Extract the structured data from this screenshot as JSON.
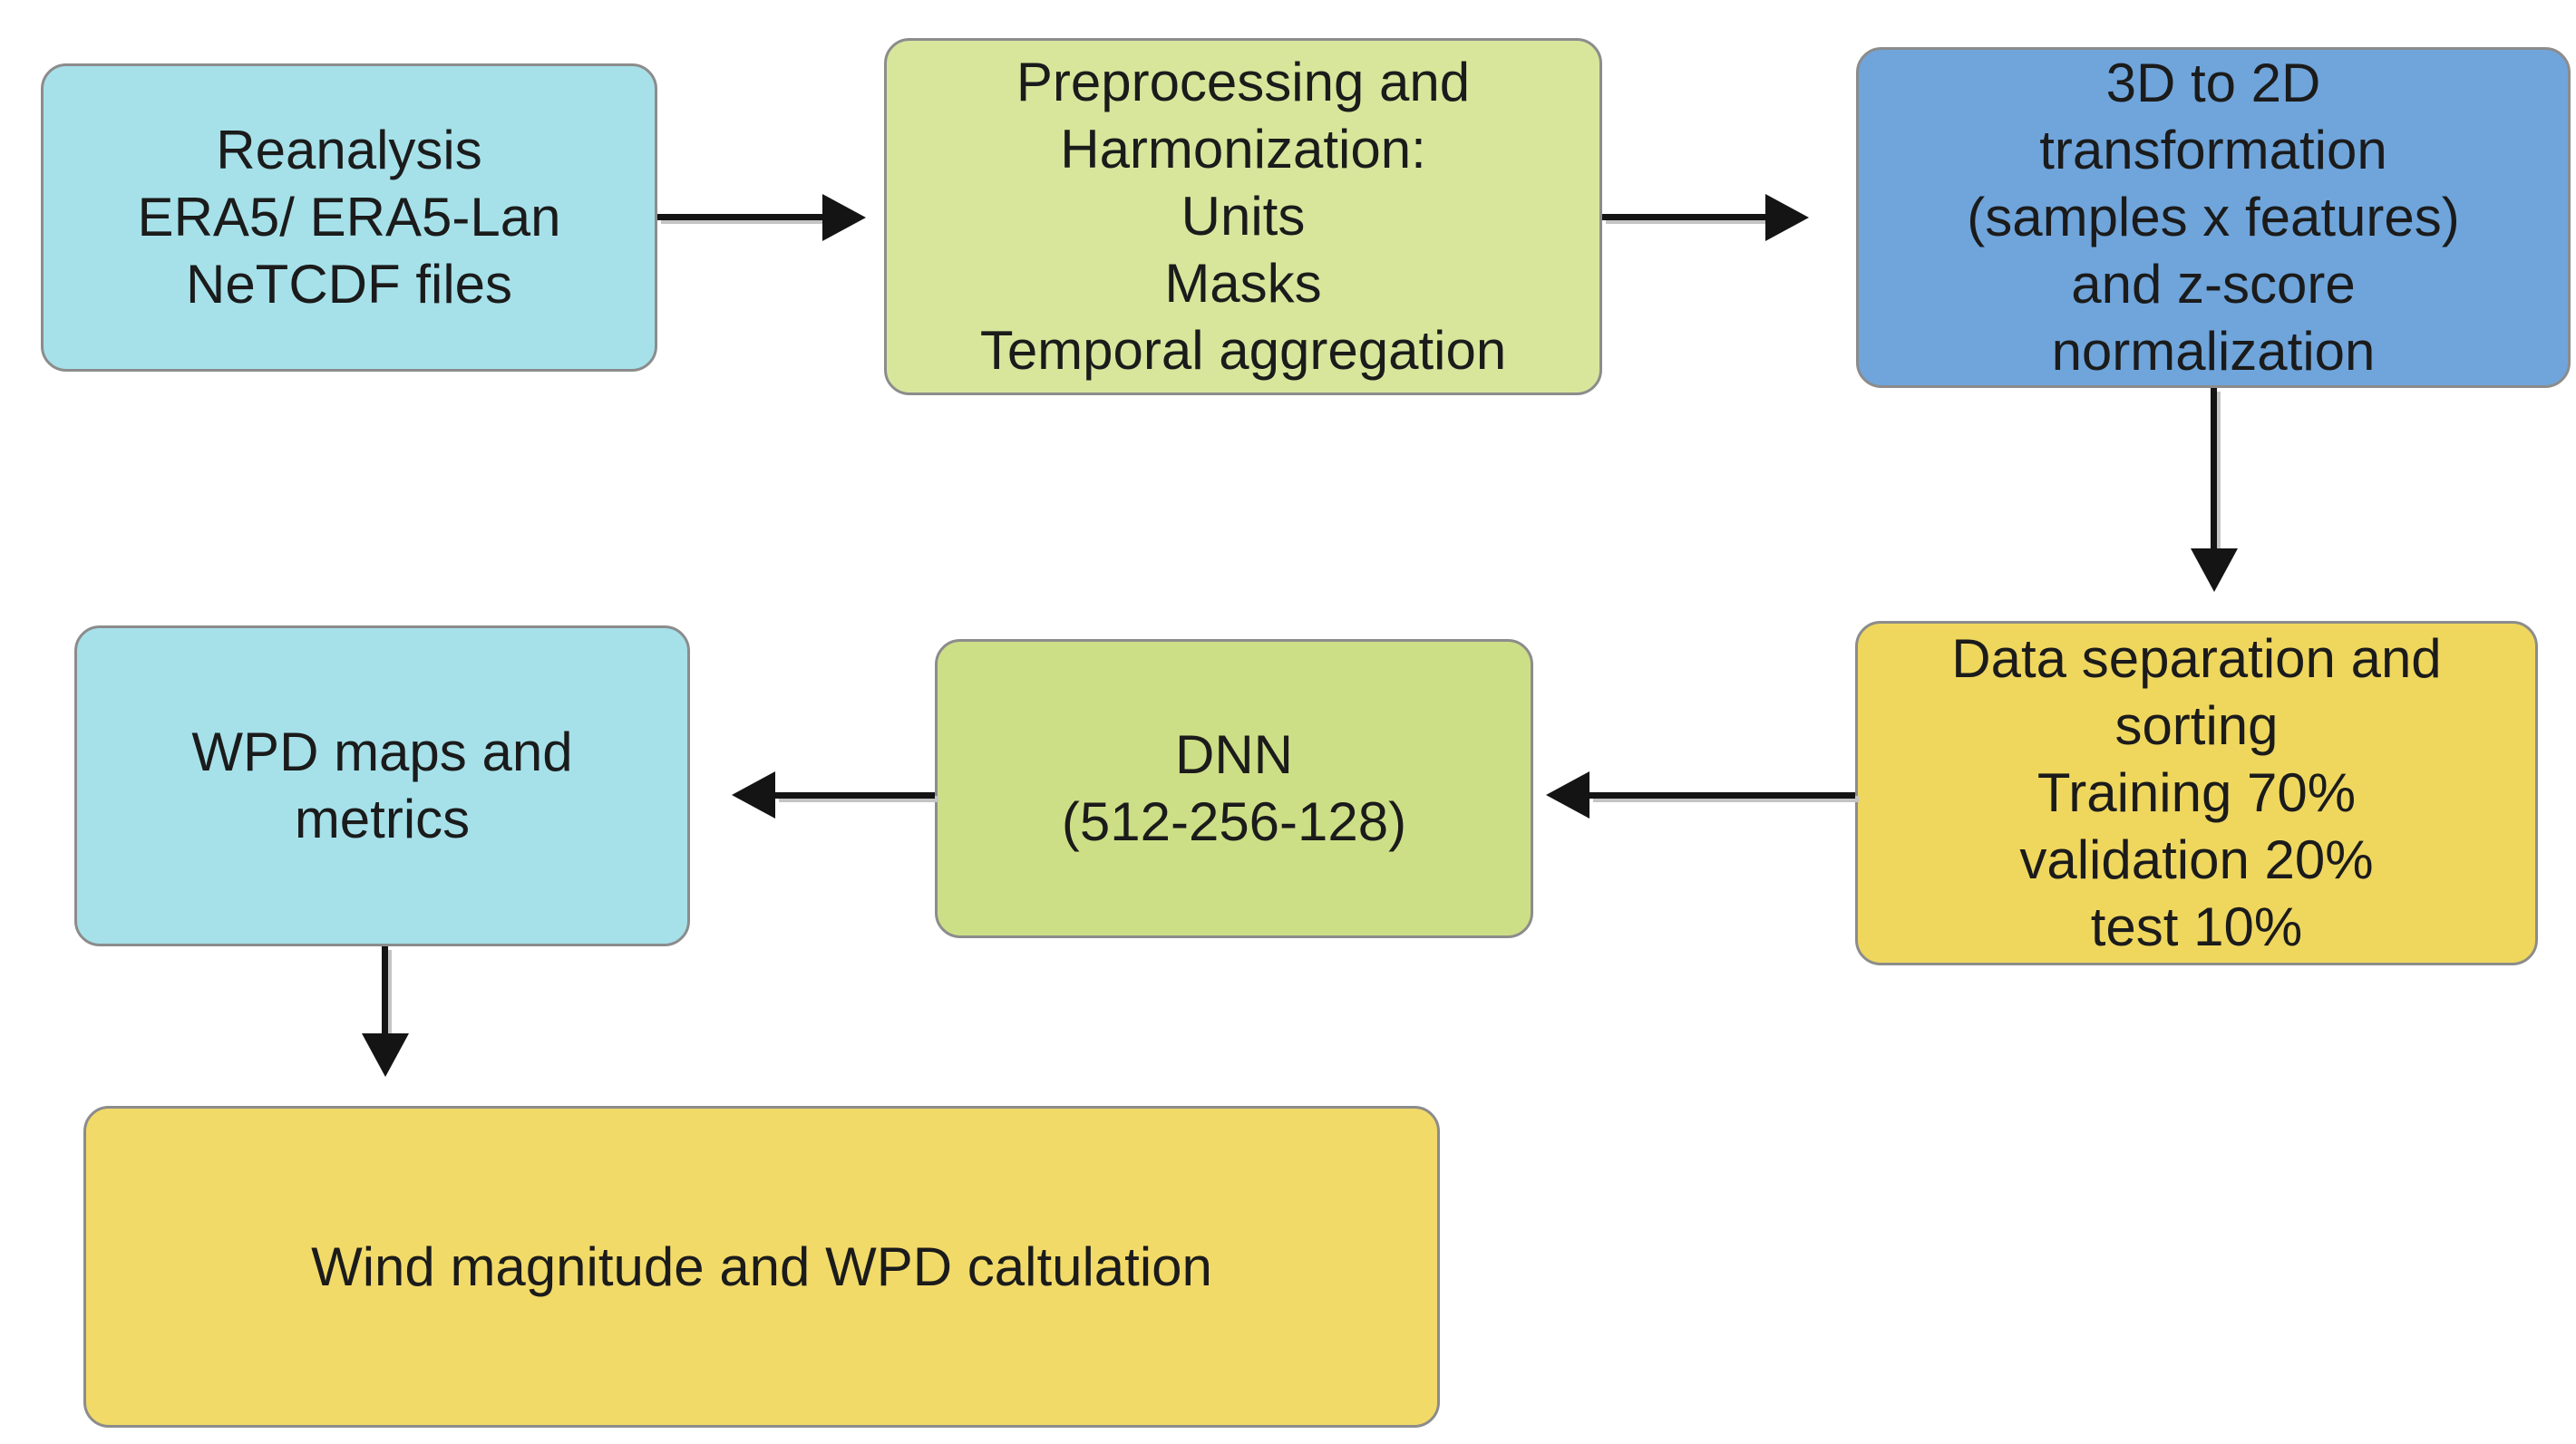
{
  "diagram": {
    "type": "flowchart",
    "background": "#ffffff"
  },
  "palette": {
    "cyan": "#a6e1ea",
    "green_light": "#d8e69c",
    "green": "#cddf86",
    "blue": "#6fa5db",
    "yellow": "#efd75e",
    "yellow_bottom": "#f1da68",
    "border_gray": "#8c8c8c",
    "arrow_black": "#141414",
    "text": "#1b1b1b"
  },
  "nodes": [
    {
      "id": "reanalysis",
      "label": "Reanalysis\nERA5/ ERA5-Lan\nNeTCDF files",
      "color": "#a6e1ea"
    },
    {
      "id": "preprocessing",
      "label": "Preprocessing and\nHarmonization:\nUnits\nMasks\nTemporal aggregation",
      "color": "#d8e69c"
    },
    {
      "id": "transformation",
      "label": "3D to 2D\ntransformation\n(samples x features)\nand z-score\nnormalization",
      "color": "#6fa5db"
    },
    {
      "id": "data-separation",
      "label": "Data separation and\nsorting\nTraining 70%\nvalidation 20%\ntest 10%",
      "color": "#efd75e"
    },
    {
      "id": "dnn",
      "label": "DNN\n(512-256-128)",
      "color": "#cddf86"
    },
    {
      "id": "wpd-maps",
      "label": "WPD maps and\nmetrics",
      "color": "#a6e1ea"
    },
    {
      "id": "wind-magnitude",
      "label": "Wind magnitude and WPD caltulation",
      "color": "#f1da68"
    }
  ],
  "edges": [
    {
      "from": "reanalysis",
      "to": "preprocessing",
      "direction": "right"
    },
    {
      "from": "preprocessing",
      "to": "transformation",
      "direction": "right"
    },
    {
      "from": "transformation",
      "to": "data-separation",
      "direction": "down"
    },
    {
      "from": "data-separation",
      "to": "dnn",
      "direction": "left"
    },
    {
      "from": "dnn",
      "to": "wpd-maps",
      "direction": "left"
    },
    {
      "from": "wpd-maps",
      "to": "wind-magnitude",
      "direction": "down"
    }
  ]
}
